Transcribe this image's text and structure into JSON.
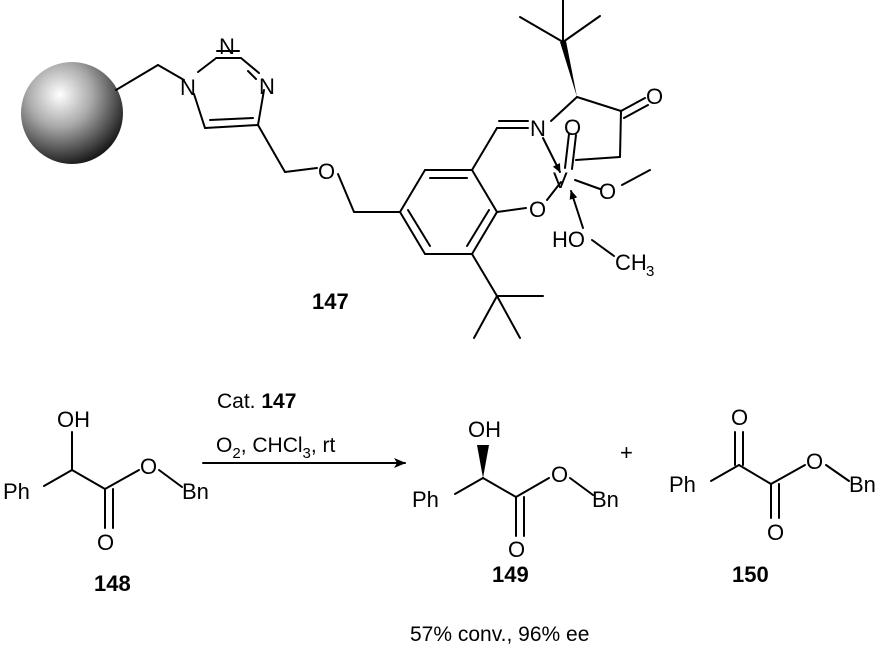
{
  "catalyst": {
    "label": "147",
    "atoms": {
      "n1": "N",
      "n2": "N",
      "n3": "N",
      "o_ether": "O",
      "n_imine": "N",
      "o_ketone": "O",
      "o_vanadyl": "O",
      "v": "V",
      "o_phenoxy": "O",
      "o_methoxy": "O",
      "hoch3_prefix": "HO",
      "hoch3_ch": "CH",
      "hoch3_sub": "3"
    }
  },
  "reaction": {
    "reactant": {
      "label": "148",
      "oh": "OH",
      "ph": "Ph",
      "ester_o": "O",
      "bn": "Bn",
      "carbonyl_o": "O"
    },
    "conditions": {
      "line1_prefix": "Cat.",
      "line1_cat": "147",
      "line2_o": "O",
      "line2_o_sub": "2",
      "line2_rest_a": ", CHCl",
      "line2_cl_sub": "3",
      "line2_rest_b": ", rt"
    },
    "plus": "+",
    "product_149": {
      "label": "149",
      "oh": "OH",
      "ph": "Ph",
      "ester_o": "O",
      "bn": "Bn",
      "carbonyl_o": "O"
    },
    "product_150": {
      "label": "150",
      "keto_o": "O",
      "ph": "Ph",
      "ester_o": "O",
      "bn": "Bn",
      "carbonyl_o": "O"
    },
    "result": "57% conv., 96% ee"
  }
}
